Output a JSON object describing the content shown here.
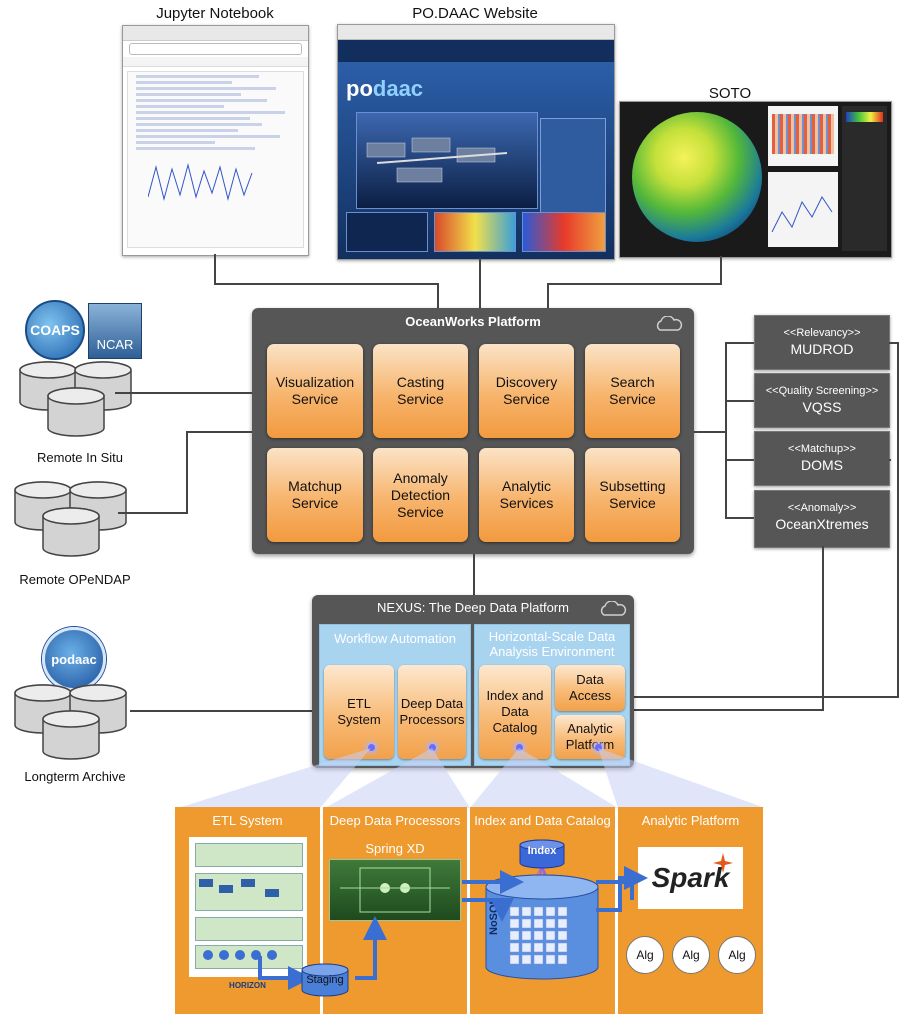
{
  "top": {
    "jupyter_label": "Jupyter Notebook",
    "podaac_label": "PO.DAAC Website",
    "soto_label": "SOTO"
  },
  "oceanworks": {
    "title": "OceanWorks Platform",
    "services": [
      "Visualization\nService",
      "Casting\nService",
      "Discovery\nService",
      "Search\nService",
      "Matchup\nService",
      "Anomaly\nDetection\nService",
      "Analytic\nServices",
      "Subsetting\nService"
    ]
  },
  "tools": [
    {
      "tag": "<<Relevancy>>",
      "name": "MUDROD"
    },
    {
      "tag": "<<Quality Screening>>",
      "name": "VQSS"
    },
    {
      "tag": "<<Matchup>>",
      "name": "DOMS"
    },
    {
      "tag": "<<Anomaly>>",
      "name": "OceanXtremes"
    }
  ],
  "left": {
    "coaps": "COAPS",
    "ncar": "NCAR",
    "remote_in_situ": "Remote In Situ",
    "remote_opendap": "Remote OPeNDAP",
    "podaac_logo": "podaac",
    "longterm_archive": "Longterm Archive"
  },
  "nexus": {
    "title": "NEXUS: The Deep Data Platform",
    "workflow_title": "Workflow Automation",
    "hsda_title": "Horizontal-Scale Data\nAnalysis Environment",
    "etl": "ETL\nSystem",
    "ddp": "Deep Data\nProcessors",
    "index": "Index and\nData\nCatalog",
    "data_access": "Data\nAccess",
    "analytic_platform": "Analytic\nPlatform"
  },
  "bottom": {
    "etl_title": "ETL System",
    "ddp_title": "Deep Data Processors",
    "spring_xd": "Spring XD",
    "index_title": "Index and Data Catalog",
    "index_db": "Index",
    "nosql": "NoSQL",
    "analytic_title": "Analytic Platform",
    "spark": "Spark",
    "staging": "Staging",
    "horizon": "HORIZON",
    "alg": [
      "Alg",
      "Alg",
      "Alg"
    ]
  }
}
